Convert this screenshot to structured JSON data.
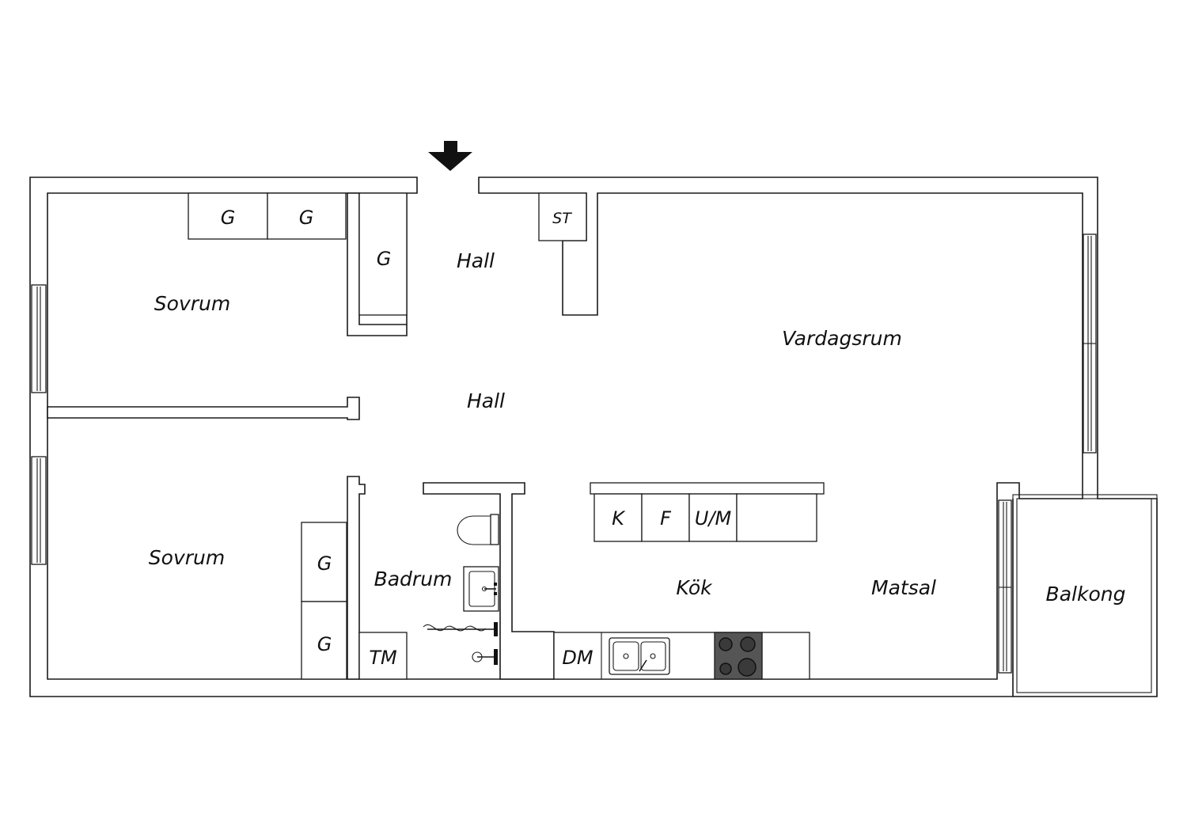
{
  "rooms": {
    "bedroom_top": "Sovrum",
    "bedroom_bottom": "Sovrum",
    "hall_top": "Hall",
    "hall_center": "Hall",
    "living": "Vardagsrum",
    "bath": "Badrum",
    "kitchen": "Kök",
    "dining": "Matsal",
    "balcony": "Balkong"
  },
  "fixtures": {
    "wardrobe": "G",
    "storage": "ST",
    "washer": "TM",
    "dishwasher": "DM",
    "fridge": "K",
    "freezer": "F",
    "oven_micro": "U/M"
  },
  "colors": {
    "line": "#1a1a1a",
    "stove": "#555555"
  },
  "icons": {
    "entrance": "entrance-arrow-icon"
  }
}
